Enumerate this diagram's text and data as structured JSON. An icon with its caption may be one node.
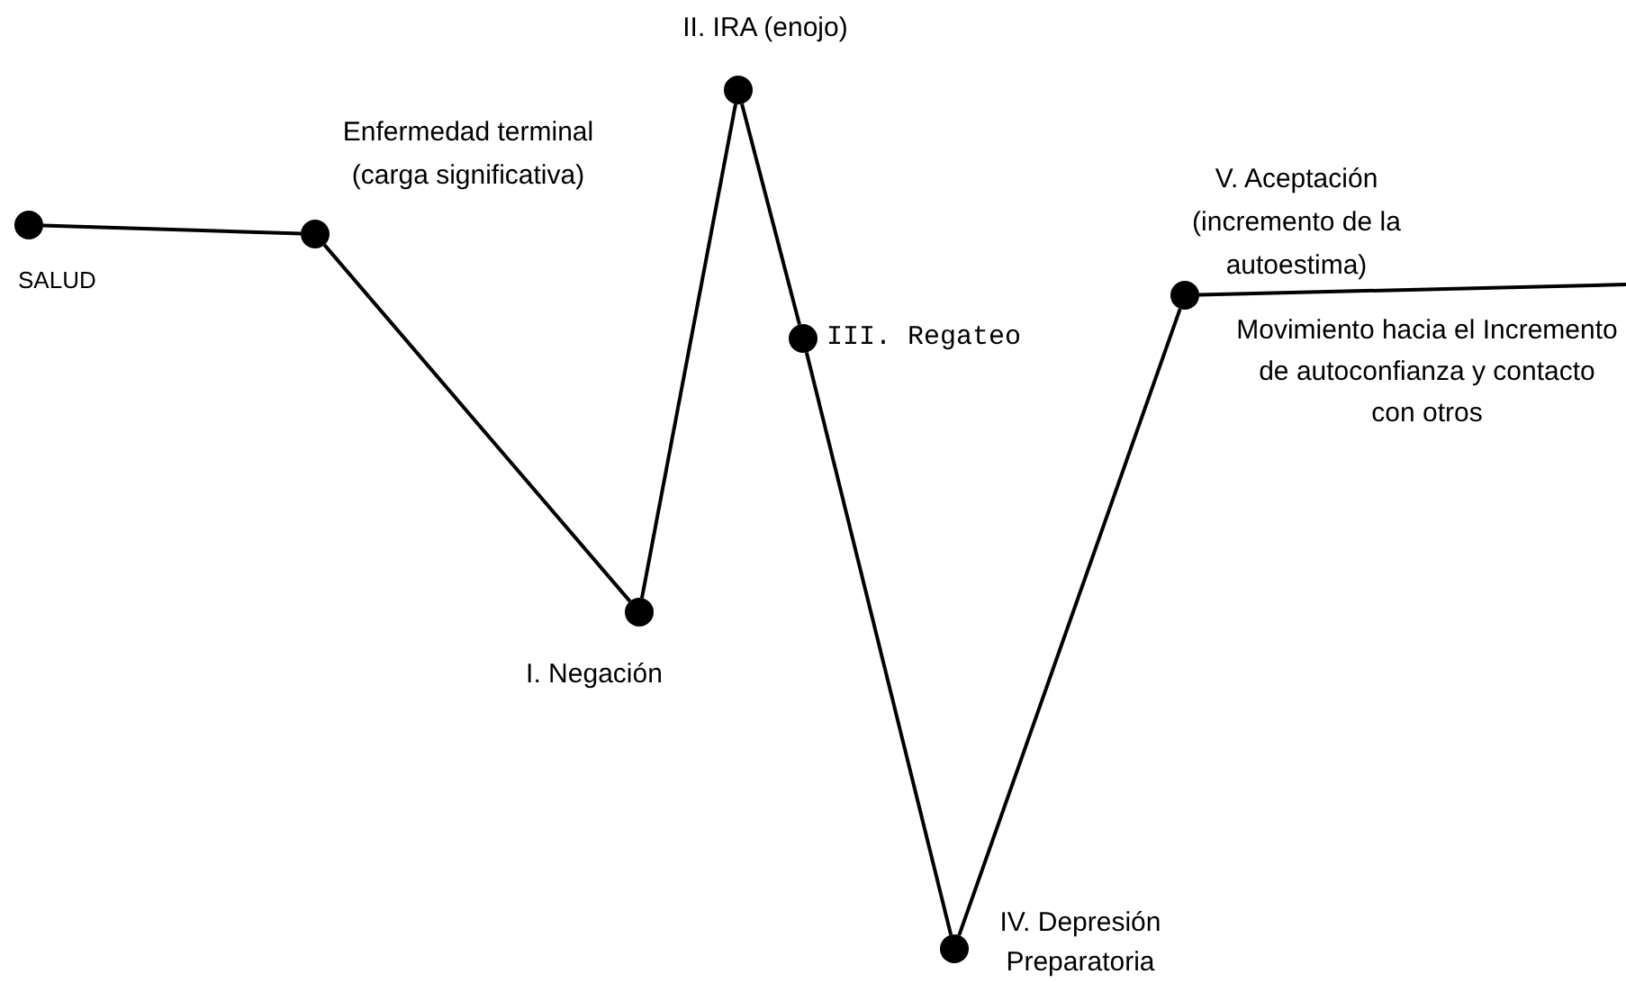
{
  "diagram": {
    "nodes": [
      {
        "text": [],
        "shape": "circle",
        "beside": [
          "SALUD"
        ]
      },
      {
        "text": [],
        "shape": "circle",
        "beside": [
          "Enfermedad terminal (carga significativa)"
        ]
      },
      {
        "text": [],
        "shape": "circle",
        "beside": [
          "I. Negación"
        ]
      },
      {
        "text": [],
        "shape": "circle",
        "beside": [
          "II. IRA (enojo)"
        ]
      },
      {
        "text": [],
        "shape": "circle",
        "beside": [
          "III. Regateo"
        ]
      },
      {
        "text": [],
        "shape": "circle",
        "beside": [
          "IV. Depresión Preparatoria"
        ]
      },
      {
        "text": [],
        "shape": "circle",
        "beside": [
          "V. Aceptación (incremento de la autoestima)"
        ]
      }
    ],
    "edges": [
      {
        "from": 0,
        "to": 1,
        "arrow": "none"
      },
      {
        "from": 1,
        "to": 2,
        "arrow": "none"
      },
      {
        "from": 2,
        "to": 3,
        "arrow": "none"
      },
      {
        "from": 3,
        "to": 4,
        "arrow": "none"
      },
      {
        "from": 4,
        "to": 5,
        "arrow": "none"
      },
      {
        "from": 5,
        "to": 6,
        "arrow": "none"
      },
      {
        "from": 6,
        "to": null,
        "arrow": "none",
        "label": "Movimiento hacia el Incremento de autoconfianza y contacto con otros"
      }
    ]
  }
}
